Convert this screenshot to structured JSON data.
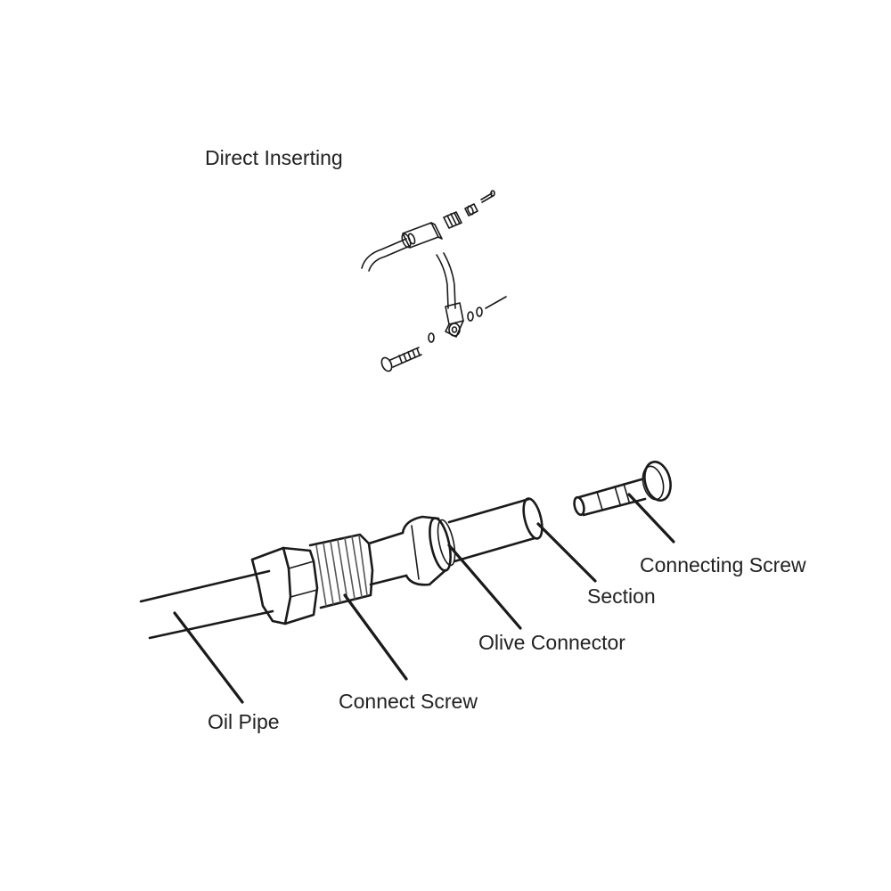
{
  "labels": {
    "direct_inserting": "Direct Inserting",
    "connecting_screw": "Connecting Screw",
    "section": "Section",
    "olive_connector": "Olive Connector",
    "connect_screw": "Connect Screw",
    "oil_pipe": "Oil Pipe"
  },
  "colors": {
    "line": "#1a1a1a",
    "text": "#222222",
    "thread": "#b0b0b0",
    "background": "#ffffff"
  }
}
